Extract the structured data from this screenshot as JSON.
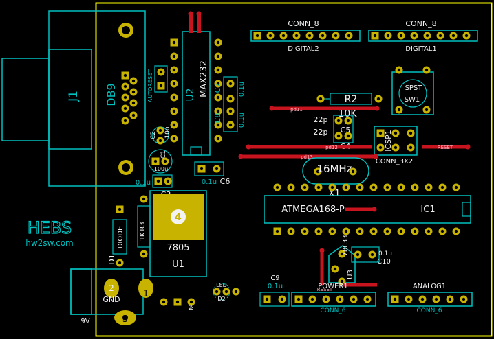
{
  "board": {
    "colors": {
      "background": "#000000",
      "edge": "#ffff00",
      "fab": "#00c0c0",
      "silk": "#f2f2f2",
      "trace": "#c8141e",
      "pad": "#c8b400",
      "pad_hole": "#c8c800",
      "label_pink": "#ffb0c0"
    },
    "connectors": {
      "conn8_a": {
        "ref": "CONN_8",
        "value": "DIGITAL2"
      },
      "conn8_b": {
        "ref": "CONN_8",
        "value": "DIGITAL1"
      },
      "conn6_a": {
        "ref": "CONN_6",
        "value": "POWER1"
      },
      "conn6_b": {
        "ref": "CONN_6",
        "value": "ANALOG1"
      },
      "conn3x2": {
        "ref": "CONN_3X2",
        "value": "ICSP1"
      }
    },
    "parts": {
      "j1": "J1",
      "db9": "DB9",
      "autoreset": "AUTORESET",
      "u2": "U2",
      "max232": "MAX232",
      "c7": "C7",
      "c7_val": "0.1u",
      "c8": "C8",
      "c8_val": "0.1u",
      "c2": "C2",
      "c2_val": "10u",
      "c1": "C1",
      "c1_val": "100u",
      "c1_val2": "0.1u",
      "c3": "C3",
      "c6": "C6",
      "c6_val": "0.1u",
      "u1": "U1",
      "u1_val": "7805",
      "d1": "D1",
      "diode": "DIODE",
      "r3": "R3",
      "r3_val": "1K",
      "gnd": "GND",
      "pin1": "1",
      "pin2": "2",
      "pin3": "3",
      "v9": "9V",
      "led": "LED",
      "d2": "D2",
      "r4": "R4",
      "r2": "R2",
      "r2_val": "10K",
      "c5": "C5",
      "c5_val": "22p",
      "c4": "C4",
      "c4_val": "22p",
      "x1": "X1",
      "x1_val": "16MHz",
      "ic1": "IC1",
      "ic1_val": "ATMEGA168-P",
      "sw1": "SW1",
      "spst": "SPST",
      "u3": "U3",
      "u3_val": "78L33",
      "c10": "C10",
      "c10_val": "0.1u",
      "c9": "C9",
      "c9_val": "0.1u"
    },
    "nets": {
      "pd11": "pd11",
      "pd12": "pd12",
      "pd13": "pd13",
      "reset": "RESET",
      "reset2": "RESET"
    },
    "logo": {
      "mark": "HEBS",
      "url": "hw2sw.com"
    }
  }
}
